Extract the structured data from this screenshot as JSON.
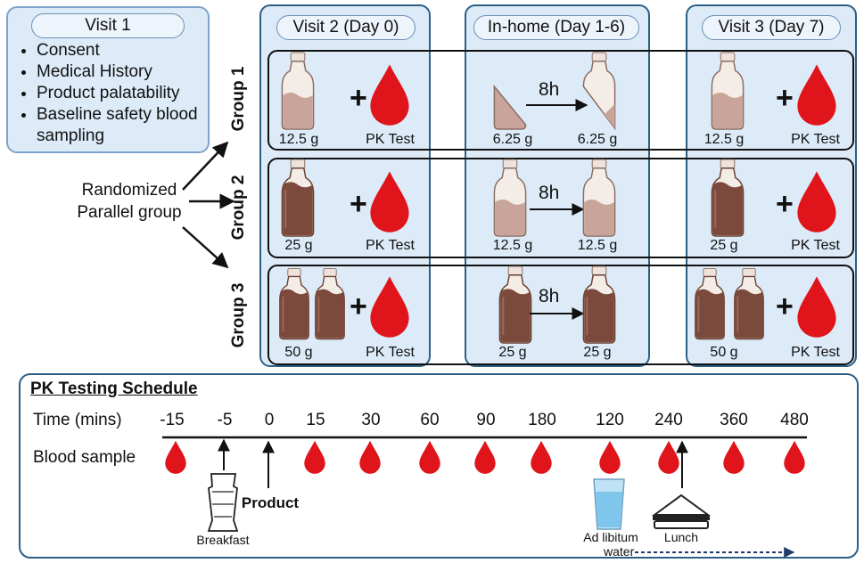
{
  "visit1": {
    "title": "Visit 1",
    "items": [
      "Consent",
      "Medical History",
      "Product palatability",
      "Baseline safety blood sampling"
    ]
  },
  "randomization": {
    "line1": "Randomized",
    "line2": "Parallel group"
  },
  "columns": {
    "visit2": "Visit 2 (Day 0)",
    "inhome": "In-home (Day 1-6)",
    "visit3": "Visit 3 (Day 7)"
  },
  "groups": [
    {
      "label": "Group 1",
      "visit2_dose": "12.5 g",
      "pk": "PK Test",
      "inhome_before": "6.25 g",
      "inhome_after": "6.25 g",
      "interval": "8h",
      "visit3_dose": "12.5 g",
      "visit3_pk": "PK Test"
    },
    {
      "label": "Group 2",
      "visit2_dose": "25 g",
      "pk": "PK Test",
      "inhome_before": "12.5 g",
      "inhome_after": "12.5 g",
      "interval": "8h",
      "visit3_dose": "25 g",
      "visit3_pk": "PK Test"
    },
    {
      "label": "Group 3",
      "visit2_dose": "50 g",
      "pk": "PK Test",
      "inhome_before": "25 g",
      "inhome_after": "25 g",
      "interval": "8h",
      "visit3_dose": "50 g",
      "visit3_pk": "PK Test"
    }
  ],
  "pk_schedule": {
    "title": "PK Testing Schedule",
    "time_label": "Time (mins)",
    "blood_label": "Blood sample",
    "times": [
      "-15",
      "-5",
      "0",
      "15",
      "30",
      "60",
      "90",
      "180",
      "120",
      "240",
      "360",
      "480"
    ],
    "events": {
      "breakfast": "Breakfast",
      "product": "Product",
      "water_line1": "Ad libitum",
      "water_line2": "water",
      "lunch": "Lunch"
    }
  },
  "colors": {
    "drop": "#e0141b",
    "panel_fill": "#dcebf7",
    "panel_border": "#2c5f86",
    "milk_light": "#c9a49a",
    "milk_dark": "#7b4a3c"
  }
}
